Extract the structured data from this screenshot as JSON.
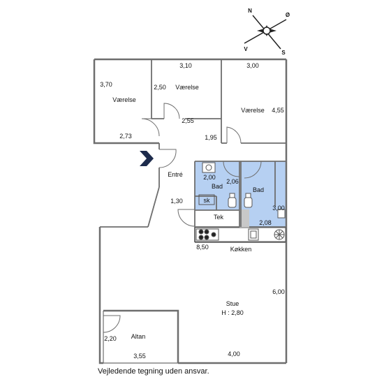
{
  "compass": {
    "north": "N",
    "east": "Ø",
    "south": "S",
    "west": "V"
  },
  "rooms": {
    "vaerelse_left": "Værelse",
    "vaerelse_mid": "Værelse",
    "vaerelse_right": "Værelse",
    "entre": "Entré",
    "bad_left": "Bad",
    "bad_right": "Bad",
    "sk": "sk",
    "tek": "Tek",
    "kokken": "Køkken",
    "stue": "Stue",
    "stue_height": "H : 2,80",
    "altan": "Altan"
  },
  "dimensions": {
    "d370": "3,70",
    "d310": "3,10",
    "d300_top": "3,00",
    "d250": "2,50",
    "d455": "4,55",
    "d273": "2,73",
    "d255": "2,55",
    "d195": "1,95",
    "d200": "2,00",
    "d206": "2,06",
    "d130": "1,30",
    "d300_bad": "3,00",
    "d208": "2,08",
    "d850": "8,50",
    "d600": "6,00",
    "d220": "2,20",
    "d355": "3,55",
    "d400": "4,00"
  },
  "caption": "Vejledende tegning uden ansvar.",
  "colors": {
    "wet_room": "#b6d0f2",
    "walls": "#6e6e6e",
    "entry_arrow": "#1d2b4c"
  }
}
